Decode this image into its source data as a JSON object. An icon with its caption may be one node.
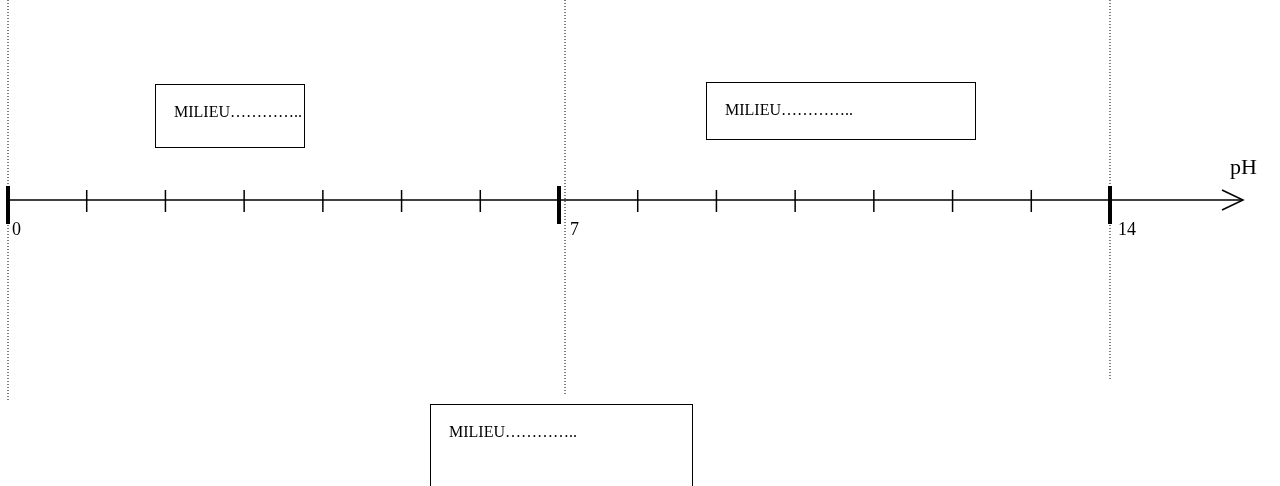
{
  "diagram": {
    "nodes": [
      {
        "text": [
          "MILIEU………….."
        ]
      },
      {
        "text": [
          "MILIEU………….."
        ]
      },
      {
        "text": [
          "MILIEU………….."
        ]
      }
    ],
    "labels": [
      "pH",
      "0",
      "7",
      "14"
    ]
  }
}
